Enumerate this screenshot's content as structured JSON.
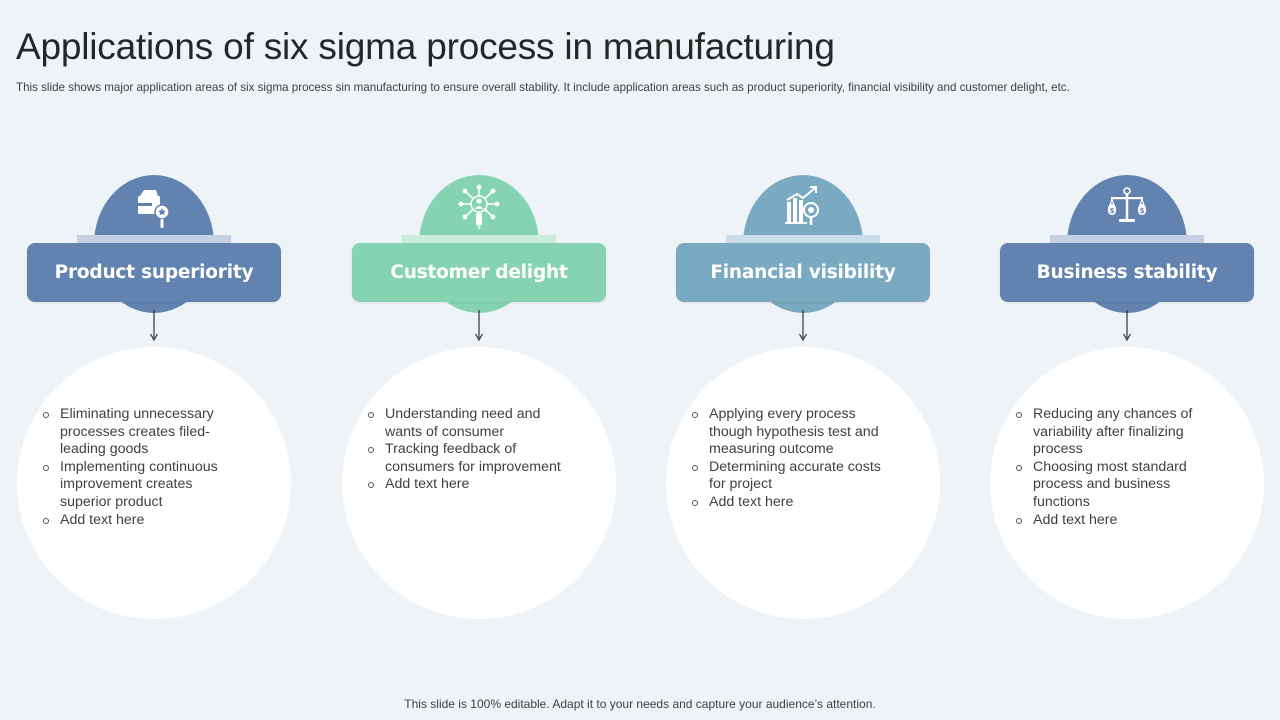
{
  "page": {
    "title": "Applications of six sigma process in manufacturing",
    "subtitle": "This slide shows major application areas of six sigma process sin manufacturing to ensure overall stability. It include application areas such as product superiority, financial visibility and customer delight, etc.",
    "footer": "This slide is 100% editable. Adapt it to your needs and capture your audience’s attention."
  },
  "colors": {
    "background": "#eef3f7",
    "product": "#6283b0",
    "customer": "#86d3b3",
    "financial": "#7aaac1",
    "business": "#6283b0"
  },
  "cards": [
    {
      "heading": "Product superiority",
      "icon": "product-quality-icon",
      "bullets": [
        "Eliminating unnecessary processes creates filed-leading goods",
        "Implementing continuous improvement creates superior product",
        "Add text here"
      ]
    },
    {
      "heading": "Customer delight",
      "icon": "customer-network-icon",
      "bullets": [
        "Understanding need and wants of consumer",
        "Tracking feedback of consumers for improvement",
        "Add text here"
      ]
    },
    {
      "heading": "Financial visibility",
      "icon": "financial-growth-icon",
      "bullets": [
        "Applying every process though hypothesis test and measuring outcome",
        "Determining accurate costs for project",
        "Add text here"
      ]
    },
    {
      "heading": "Business stability",
      "icon": "balance-scale-icon",
      "bullets": [
        "Reducing any chances of variability after finalizing process",
        "Choosing most standard process and business functions",
        "Add text here"
      ]
    }
  ]
}
